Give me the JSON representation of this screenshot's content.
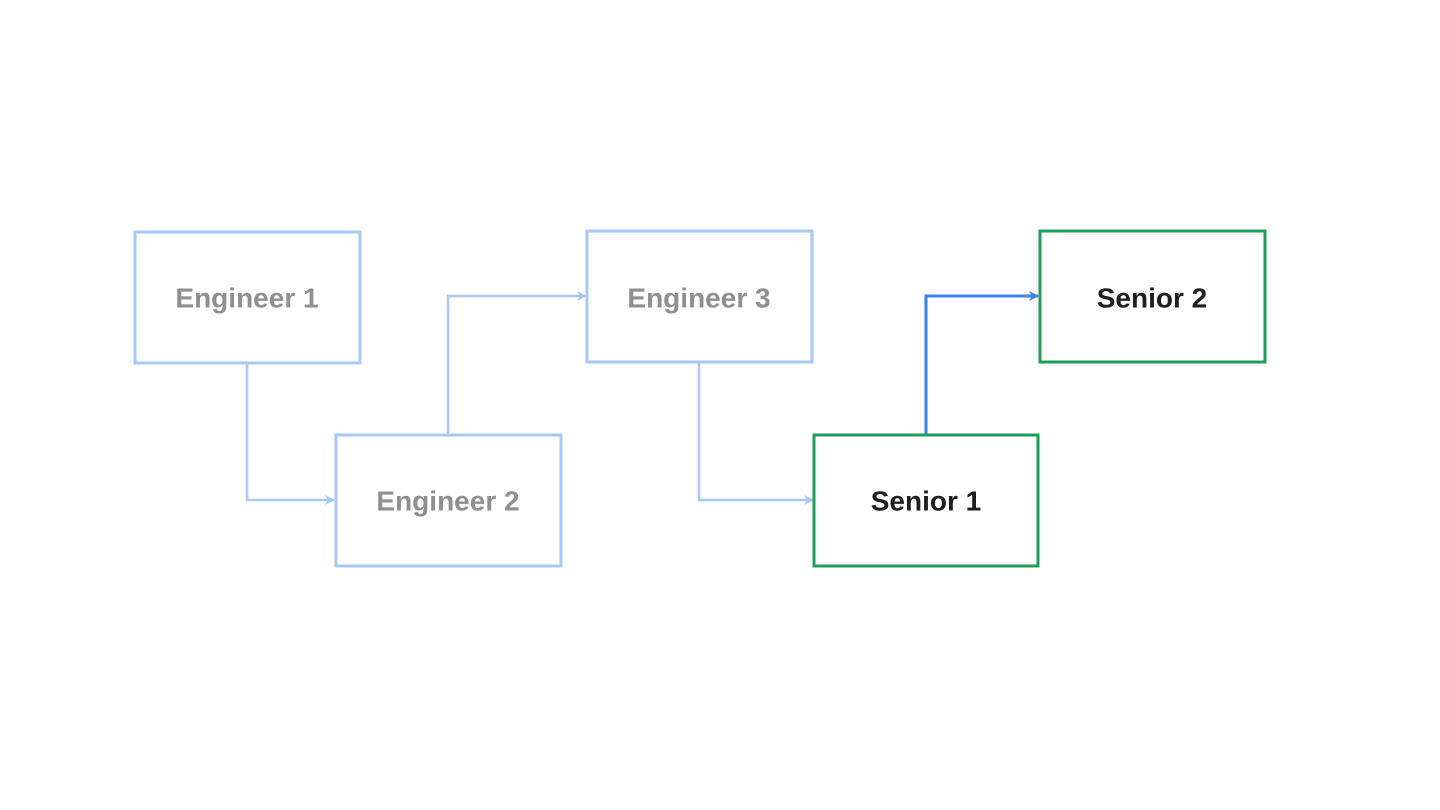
{
  "colors": {
    "background": "#ffffff",
    "faded_stroke": "#a8c7fa",
    "faded_text": "#8f8f8f",
    "active_stroke": "#1e9e5a",
    "active_text": "#1f1f1f",
    "active_connector": "#3b82e6"
  },
  "nodes": [
    {
      "id": "engineer-1",
      "label": "Engineer 1",
      "state": "faded"
    },
    {
      "id": "engineer-2",
      "label": "Engineer 2",
      "state": "faded"
    },
    {
      "id": "engineer-3",
      "label": "Engineer 3",
      "state": "faded"
    },
    {
      "id": "senior-1",
      "label": "Senior 1",
      "state": "active"
    },
    {
      "id": "senior-2",
      "label": "Senior 2",
      "state": "active"
    }
  ],
  "edges": [
    {
      "from": "engineer-1",
      "to": "engineer-2",
      "state": "faded"
    },
    {
      "from": "engineer-2",
      "to": "engineer-3",
      "state": "faded"
    },
    {
      "from": "engineer-3",
      "to": "senior-1",
      "state": "faded"
    },
    {
      "from": "senior-1",
      "to": "senior-2",
      "state": "active"
    }
  ]
}
